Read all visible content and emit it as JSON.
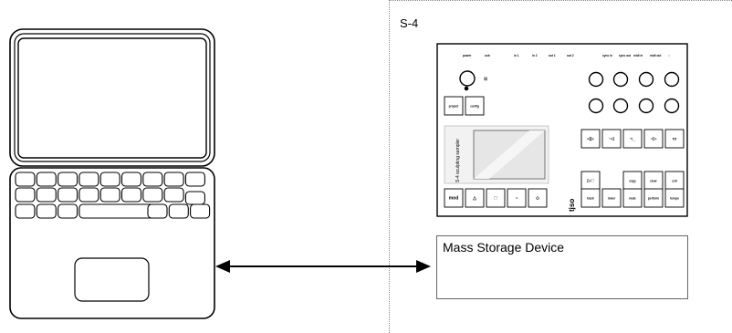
{
  "region": {
    "label": "S-4"
  },
  "storage": {
    "label": "Mass Storage Device"
  },
  "device": {
    "top_labels": [
      "power",
      "usb",
      "in 1",
      "in 2",
      "out 1",
      "out 2",
      "sync in",
      "sync out",
      "midi in",
      "midi out",
      "∩"
    ],
    "left_buttons": [
      "project",
      "config"
    ],
    "screen_caption": "S-4 sculpting sampler",
    "brand": "tjso",
    "bottom_left_buttons": [
      "mod",
      "△",
      "□",
      "○",
      "◇"
    ],
    "bottom_right_buttons": [
      "track",
      "mixer",
      "mute",
      "perform",
      "tempo"
    ],
    "transport_buttons": [
      "copy",
      "clear",
      "exit"
    ],
    "side_icons": [
      "◁▷",
      "·◁",
      "¬_",
      "○▷",
      "▭"
    ]
  },
  "connection": {
    "type": "bidirectional-arrow"
  }
}
